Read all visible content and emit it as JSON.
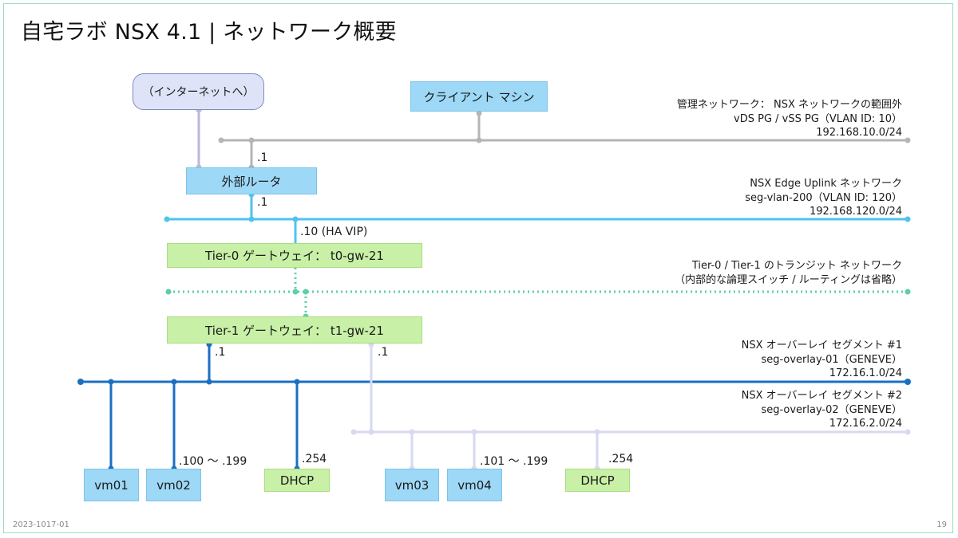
{
  "slide": {
    "title": "自宅ラボ NSX 4.1 | ネットワーク概要",
    "footer_left": "2023-1017-01",
    "page_number": "19"
  },
  "nodes": {
    "internet": "（インターネットへ）",
    "client": "クライアント マシン",
    "router": "外部ルータ",
    "t0": "Tier-0 ゲートウェイ： t0-gw-21",
    "t1": "Tier-1 ゲートウェイ： t1-gw-21",
    "vm01": "vm01",
    "vm02": "vm02",
    "dhcp1": "DHCP",
    "vm03": "vm03",
    "vm04": "vm04",
    "dhcp2": "DHCP"
  },
  "ip_labels": {
    "router_mgmt": ".1",
    "router_uplink": ".1",
    "t0_vip": ".10 (HA VIP)",
    "t1_seg1": ".1",
    "t1_seg2": ".1",
    "seg1_range": ".100 ～ .199",
    "seg1_dhcp": ".254",
    "seg2_range": ".101 ～ .199",
    "seg2_dhcp": ".254"
  },
  "networks": {
    "mgmt": [
      "管理ネットワーク： NSX ネットワークの範囲外",
      "vDS PG / vSS PG（VLAN ID: 10）",
      "192.168.10.0/24"
    ],
    "uplink": [
      "NSX Edge Uplink ネットワーク",
      "seg-vlan-200（VLAN ID: 120）",
      "192.168.120.0/24"
    ],
    "transit": [
      "Tier-0 / Tier-1 のトランジット ネットワーク",
      "（内部的な論理スイッチ / ルーティングは省略）"
    ],
    "overlay1": [
      "NSX オーバーレイ セグメント #1",
      "seg-overlay-01（GENEVE）",
      "172.16.1.0/24"
    ],
    "overlay2": [
      "NSX オーバーレイ セグメント #2",
      "seg-overlay-02（GENEVE）",
      "172.16.2.0/24"
    ]
  },
  "colors": {
    "mgmt": "#b5b5b5",
    "internet_link": "#b9b9dc",
    "uplink": "#4fc3ee",
    "transit": "#5ccfa8",
    "overlay1": "#1b6fc0",
    "overlay2": "#d6d9f0"
  }
}
